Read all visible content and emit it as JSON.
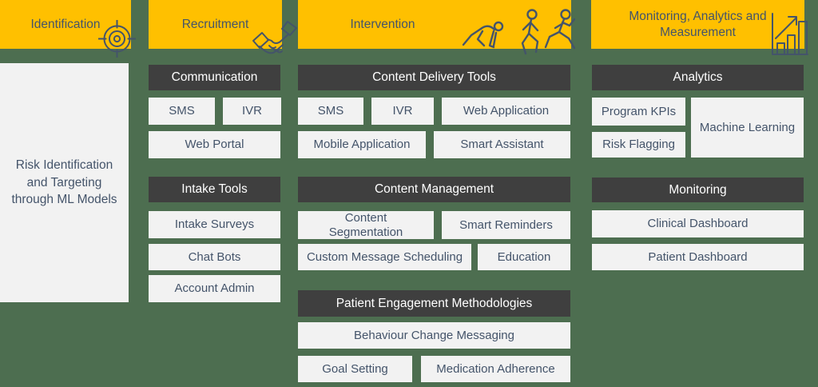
{
  "colors": {
    "background": "#4d6e50",
    "header_fill": "#ffc000",
    "header_text": "#44546a",
    "section_fill": "#3f3f3f",
    "section_text": "#ffffff",
    "box_fill": "#f2f2f2",
    "box_text": "#44546a",
    "icon_stroke": "#44546a"
  },
  "columns": [
    {
      "header": {
        "label": "Identification",
        "icon": "target-icon"
      },
      "main_box": {
        "label": "Risk Identification and Targeting through ML Models"
      }
    },
    {
      "header": {
        "label": "Recruitment",
        "icon": "handshake-icon"
      },
      "groups": [
        {
          "title": "Communication",
          "items": [
            "SMS",
            "IVR",
            "Web Portal"
          ]
        },
        {
          "title": "Intake Tools",
          "items": [
            "Intake Surveys",
            "Chat Bots",
            "Account Admin"
          ]
        }
      ]
    },
    {
      "header": {
        "label": "Intervention",
        "icon": "running-figures-icon"
      },
      "groups": [
        {
          "title": "Content Delivery Tools",
          "items": [
            "SMS",
            "IVR",
            "Web Application",
            "Mobile Application",
            "Smart Assistant"
          ]
        },
        {
          "title": "Content Management",
          "items": [
            "Content Segmentation",
            "Smart Reminders",
            "Custom Message Scheduling",
            "Education"
          ]
        },
        {
          "title": "Patient Engagement Methodologies",
          "items": [
            "Behaviour Change Messaging",
            "Goal Setting",
            "Medication Adherence"
          ]
        }
      ]
    },
    {
      "header": {
        "label": "Monitoring, Analytics and Measurement",
        "icon": "bar-chart-icon"
      },
      "groups": [
        {
          "title": "Analytics",
          "items": [
            "Program KPIs",
            "Machine Learning",
            "Risk Flagging"
          ]
        },
        {
          "title": "Monitoring",
          "items": [
            "Clinical Dashboard",
            "Patient Dashboard"
          ]
        }
      ]
    }
  ]
}
